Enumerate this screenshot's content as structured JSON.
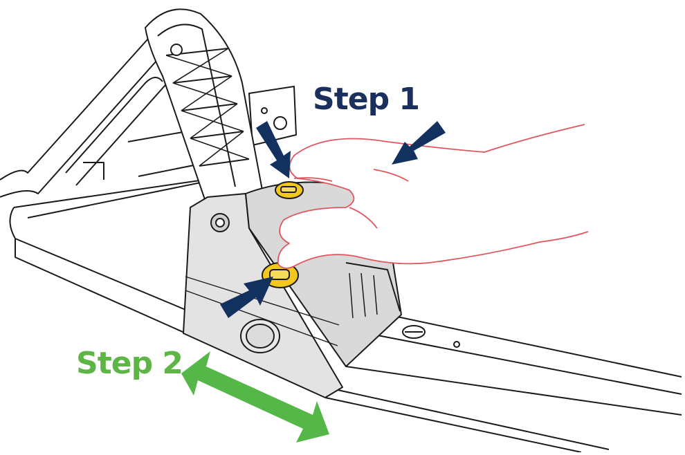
{
  "labels": {
    "step1": "Step 1",
    "step2": "Step 2"
  },
  "colors": {
    "step1": "#1b2f5c",
    "step2": "#5db545",
    "press_arrow": "#13315f",
    "slide_arrow": "#55b747",
    "latch": "#f2c81d",
    "bracket_fill": "#e3e3e3",
    "hand_outline": "#e0555c",
    "line": "#1a1a1a"
  },
  "icons": {
    "press_arrow": "press-arrow-icon",
    "slide_arrow": "double-arrow-icon",
    "hand": "hand-illustration",
    "latch": "latch-button"
  }
}
